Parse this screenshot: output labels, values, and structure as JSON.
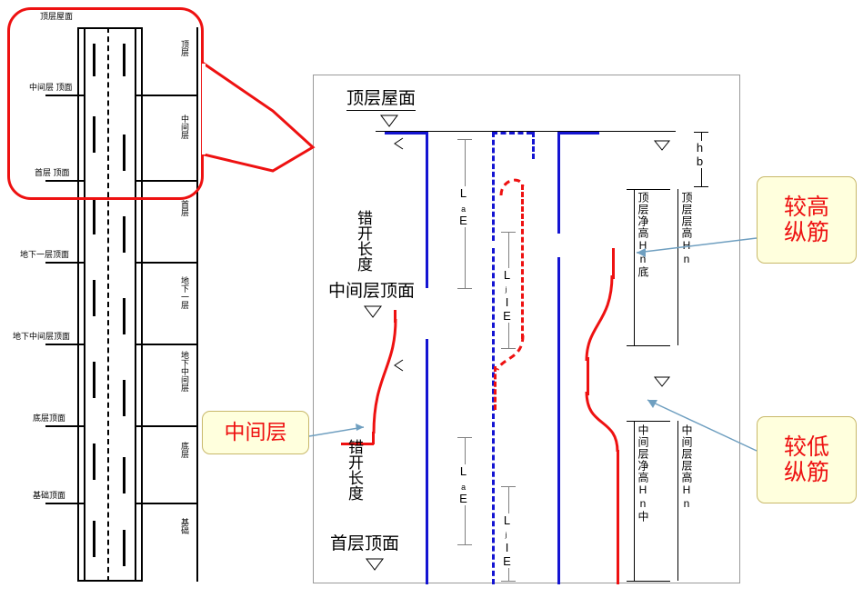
{
  "document": {
    "title_main": "顶层屋面",
    "labels_main": {
      "mid_floor_top": "中间层顶面",
      "first_floor_top": "首层顶面",
      "stagger_length_top": "错开长度",
      "stagger_length_bottom": "错开长度",
      "lae_top": "LₐE",
      "lae_mid": "LₐE",
      "lae_low": "LₐE",
      "ljie_1": "LⱼIE",
      "ljie_2": "LⱼIE",
      "dim_hn_top": "hb",
      "dim_right_top": "顶层层高Hn",
      "dim_inner_top": "顶层净高Hn底",
      "dim_right_mid": "中间层层高Hn",
      "dim_inner_mid": "中间层净高Hn中"
    },
    "callouts": [
      {
        "name": "middle-floor",
        "text": "中间层",
        "color": "#ee1111"
      },
      {
        "name": "higher-longitudinal-bar",
        "text": "较高\n纵筋",
        "color": "#ee1111"
      },
      {
        "name": "lower-longitudinal-bar",
        "text": "较低\n纵筋",
        "color": "#ee1111"
      }
    ],
    "left_drawing": {
      "left_labels": [
        "顶层屋面",
        "中间层 顶面",
        "首层 顶面",
        "地下一层顶面",
        "地下中间层顶面",
        "底层顶面",
        "基础顶面"
      ],
      "right_labels": [
        "顶层",
        "中间层",
        "首层",
        "地下一层",
        "地下中间层",
        "底层",
        "基础"
      ]
    }
  },
  "colors": {
    "blue_rebar": "#1414d2",
    "red_rebar": "#ee1111",
    "callout_fill": "#ffffdd",
    "callout_border": "#c8b86a",
    "leader_line": "#6f9fc0",
    "frame_border": "#9a9a9a"
  }
}
